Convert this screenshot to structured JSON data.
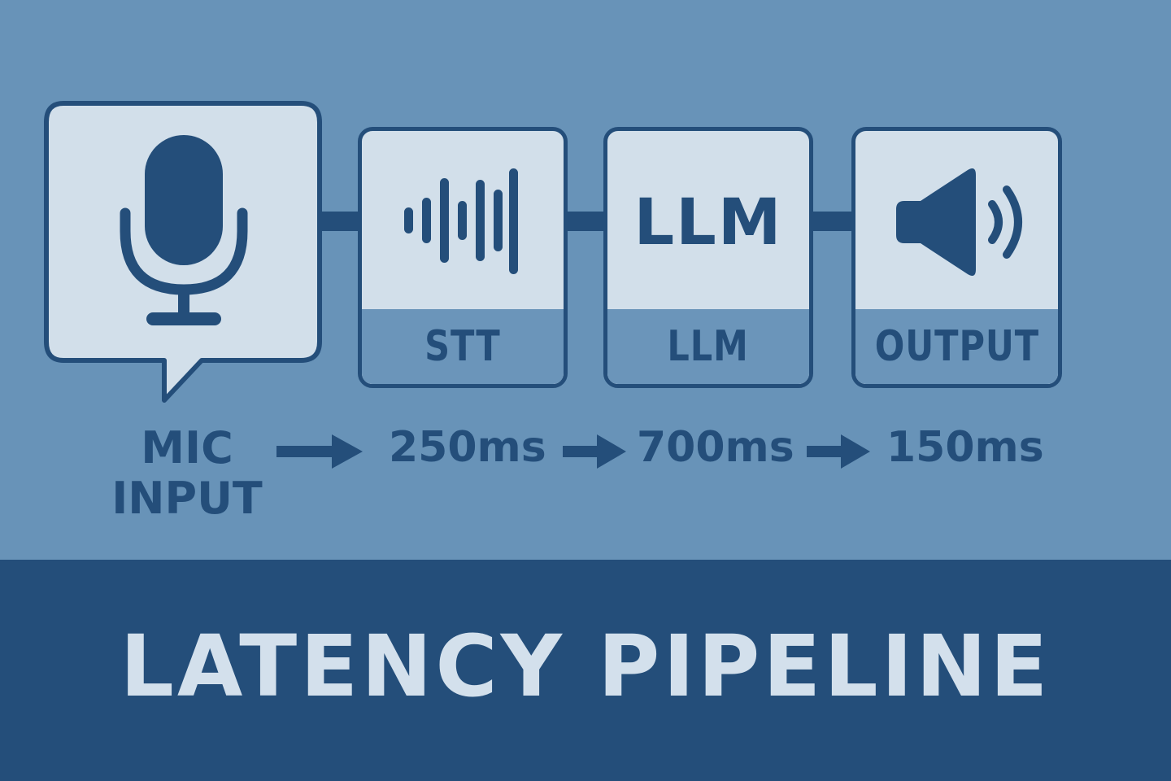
{
  "colors": {
    "background": "#6893b8",
    "dark_blue": "#244e7a",
    "light_box": "#d2dfea",
    "label_band": "#6b95ba",
    "footer_text": "#d3e0ec"
  },
  "mic": {
    "icon": "microphone-icon",
    "label_line1": "MIC",
    "label_line2": "INPUT"
  },
  "stages": [
    {
      "icon": "waveform-icon",
      "label": "STT",
      "latency": "250ms"
    },
    {
      "icon": "llm-text-icon",
      "icon_text": "LLM",
      "label": "LLM",
      "latency": "700ms"
    },
    {
      "icon": "speaker-icon",
      "label": "OUTPUT",
      "latency": "150ms"
    }
  ],
  "footer": {
    "title": "LATENCY PIPELINE"
  }
}
